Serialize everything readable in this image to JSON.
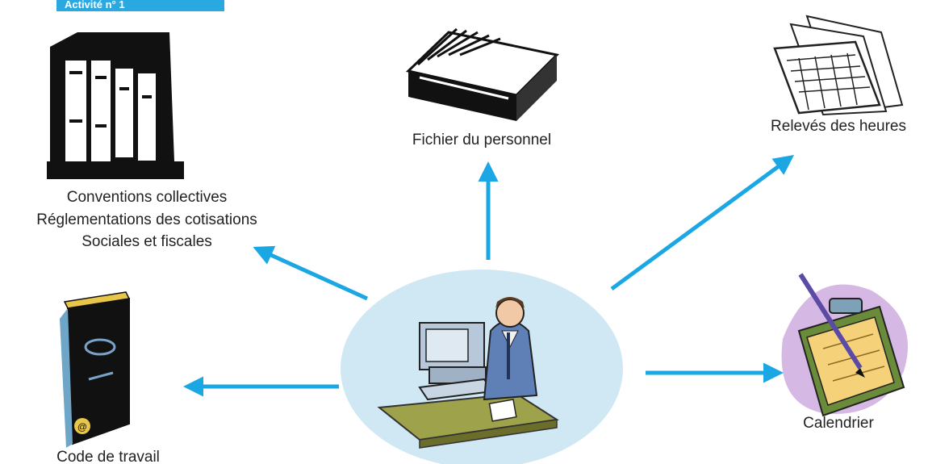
{
  "banner": {
    "text": "Activité n° 1"
  },
  "nodes": {
    "center": {
      "icon": "person-at-computer-icon"
    },
    "fichier": {
      "label": "Fichier du personnel",
      "icon": "card-file-box-icon"
    },
    "releves": {
      "label": "Relevés des heures",
      "icon": "timesheet-pages-icon"
    },
    "conventions": {
      "lines": [
        "Conventions collectives",
        "Réglementations des cotisations",
        "Sociales et fiscales"
      ],
      "icon": "binders-icon"
    },
    "code": {
      "label": "Code de travail",
      "icon": "law-book-icon"
    },
    "calendrier": {
      "label": "Calendrier",
      "icon": "clipboard-pen-icon"
    }
  },
  "colors": {
    "arrow": "#1aa7e4",
    "ellipse": "#cfe8f3",
    "banner": "#2aa9e0"
  }
}
